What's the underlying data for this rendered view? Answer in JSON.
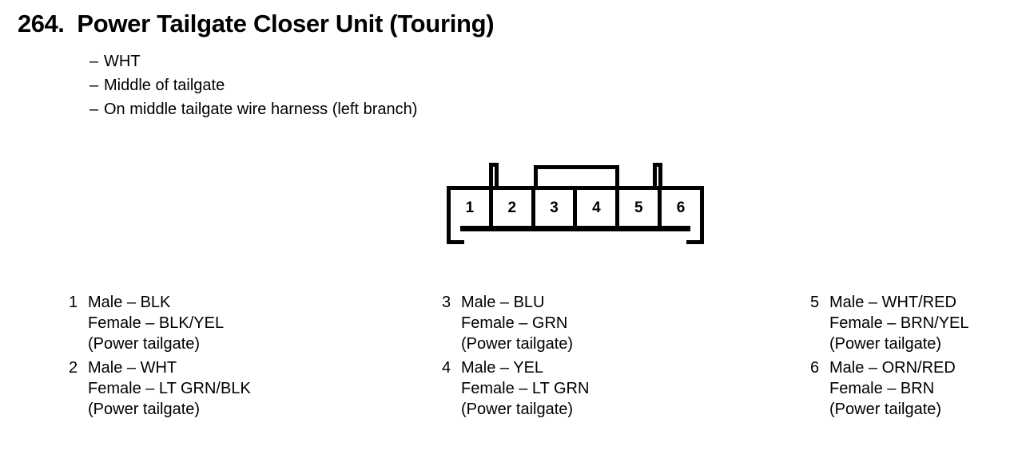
{
  "header": {
    "number": "264.",
    "title": "Power Tailgate Closer Unit (Touring)"
  },
  "notes": [
    {
      "dash": "–",
      "text": "WHT"
    },
    {
      "dash": "–",
      "text": "Middle of tailgate"
    },
    {
      "dash": "–",
      "text": "On middle tailgate wire harness (left branch)"
    }
  ],
  "connector": {
    "pin_count": 6,
    "cells": [
      {
        "label": "1"
      },
      {
        "label": "2"
      },
      {
        "label": "3"
      },
      {
        "label": "4"
      },
      {
        "label": "5"
      },
      {
        "label": "6"
      }
    ]
  },
  "pin_columns": [
    {
      "groups": [
        {
          "number": "1",
          "lines": [
            "Male – BLK",
            "Female – BLK/YEL",
            "(Power tailgate)"
          ]
        },
        {
          "number": "2",
          "lines": [
            "Male – WHT",
            "Female – LT GRN/BLK",
            "(Power tailgate)"
          ]
        }
      ]
    },
    {
      "groups": [
        {
          "number": "3",
          "lines": [
            "Male – BLU",
            "Female – GRN",
            "(Power tailgate)"
          ]
        },
        {
          "number": "4",
          "lines": [
            "Male – YEL",
            "Female – LT GRN",
            "(Power tailgate)"
          ]
        }
      ]
    },
    {
      "groups": [
        {
          "number": "5",
          "lines": [
            "Male – WHT/RED",
            "Female – BRN/YEL",
            "(Power tailgate)"
          ]
        },
        {
          "number": "6",
          "lines": [
            "Male – ORN/RED",
            "Female – BRN",
            "(Power tailgate)"
          ]
        }
      ]
    }
  ],
  "colors": {
    "ink": "#000000",
    "background": "#ffffff"
  }
}
